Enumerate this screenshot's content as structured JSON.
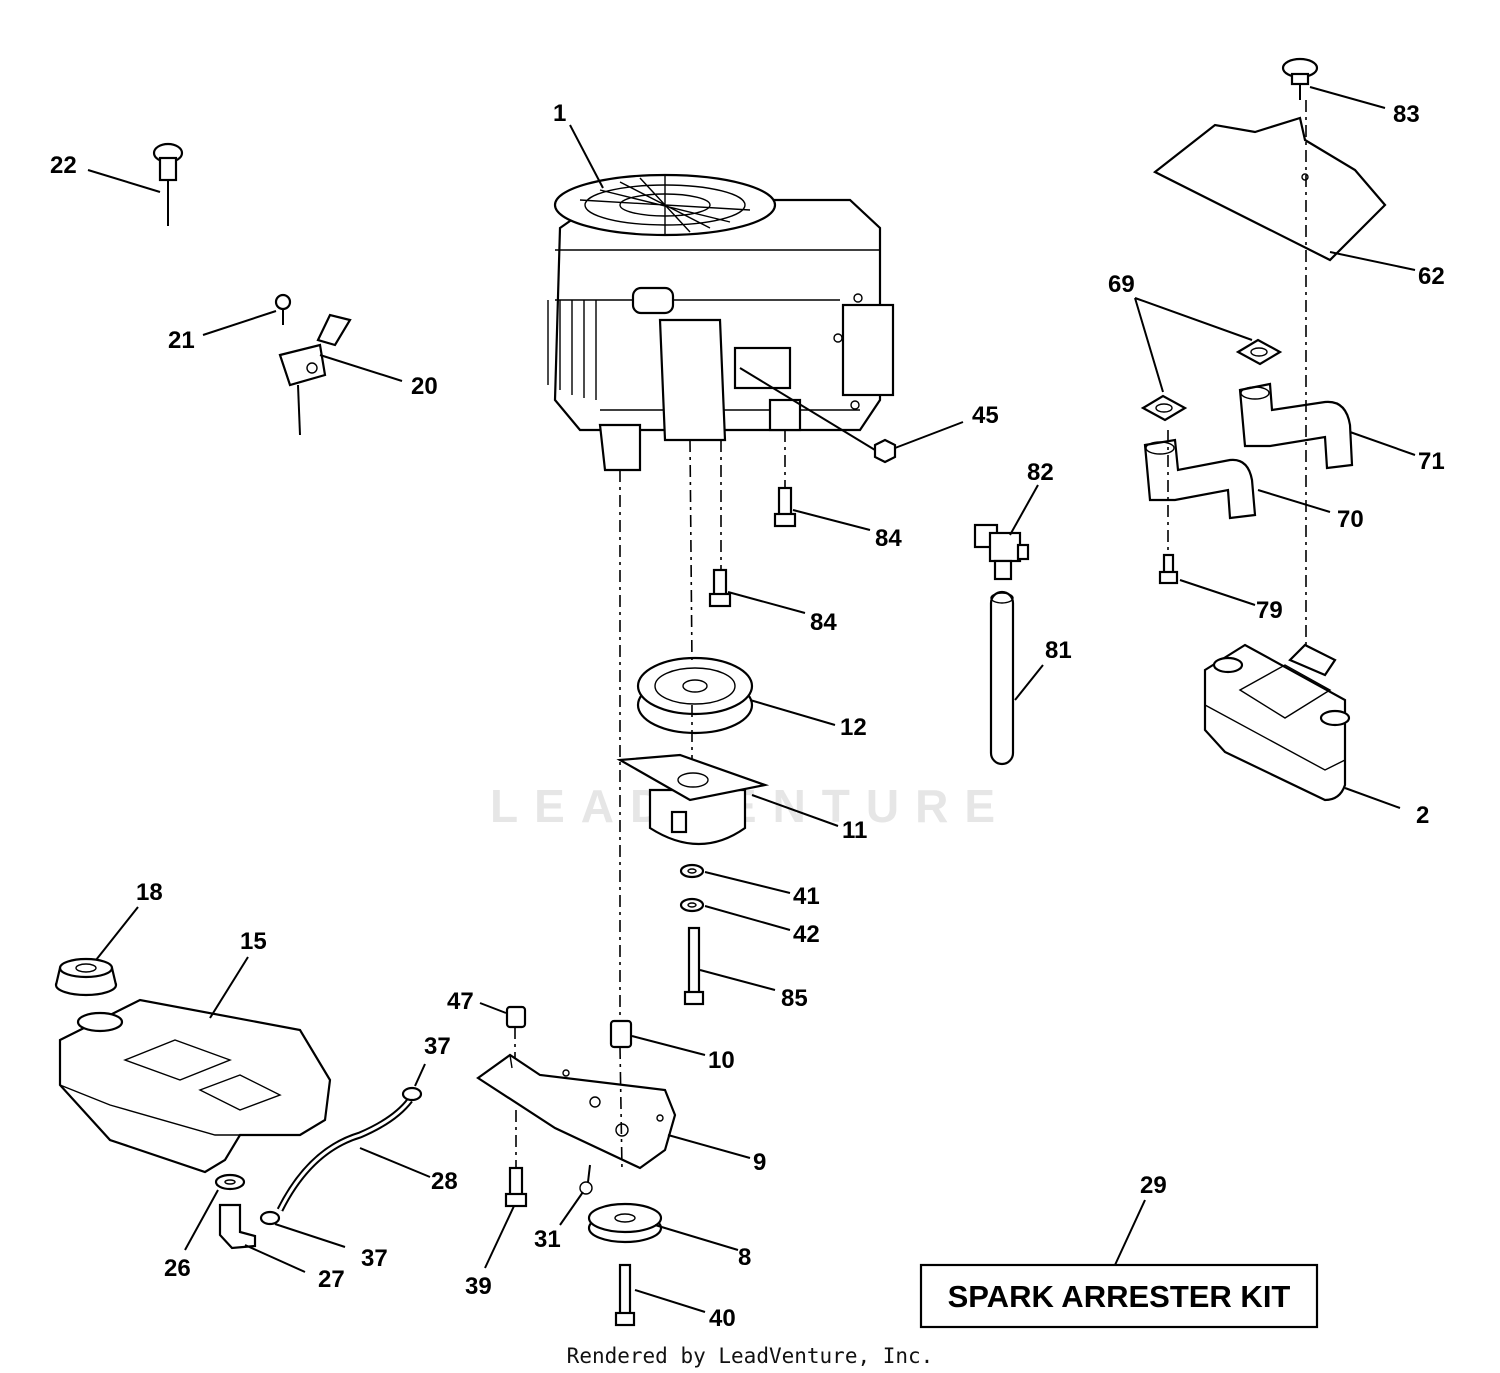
{
  "labels": {
    "p1": "1",
    "p2": "2",
    "p8": "8",
    "p9": "9",
    "p10": "10",
    "p11": "11",
    "p12": "12",
    "p15": "15",
    "p18": "18",
    "p20": "20",
    "p21": "21",
    "p22": "22",
    "p26": "26",
    "p27": "27",
    "p28": "28",
    "p29": "29",
    "p31": "31",
    "p37a": "37",
    "p37b": "37",
    "p39": "39",
    "p40": "40",
    "p41": "41",
    "p42": "42",
    "p45": "45",
    "p47": "47",
    "p62": "62",
    "p69": "69",
    "p70": "70",
    "p71": "71",
    "p79": "79",
    "p81": "81",
    "p82": "82",
    "p83": "83",
    "p84a": "84",
    "p84b": "84",
    "p85": "85"
  },
  "kit": {
    "label": "SPARK ARRESTER KIT"
  },
  "credit": "Rendered by LeadVenture, Inc.",
  "watermark": "LEADVENTURE"
}
